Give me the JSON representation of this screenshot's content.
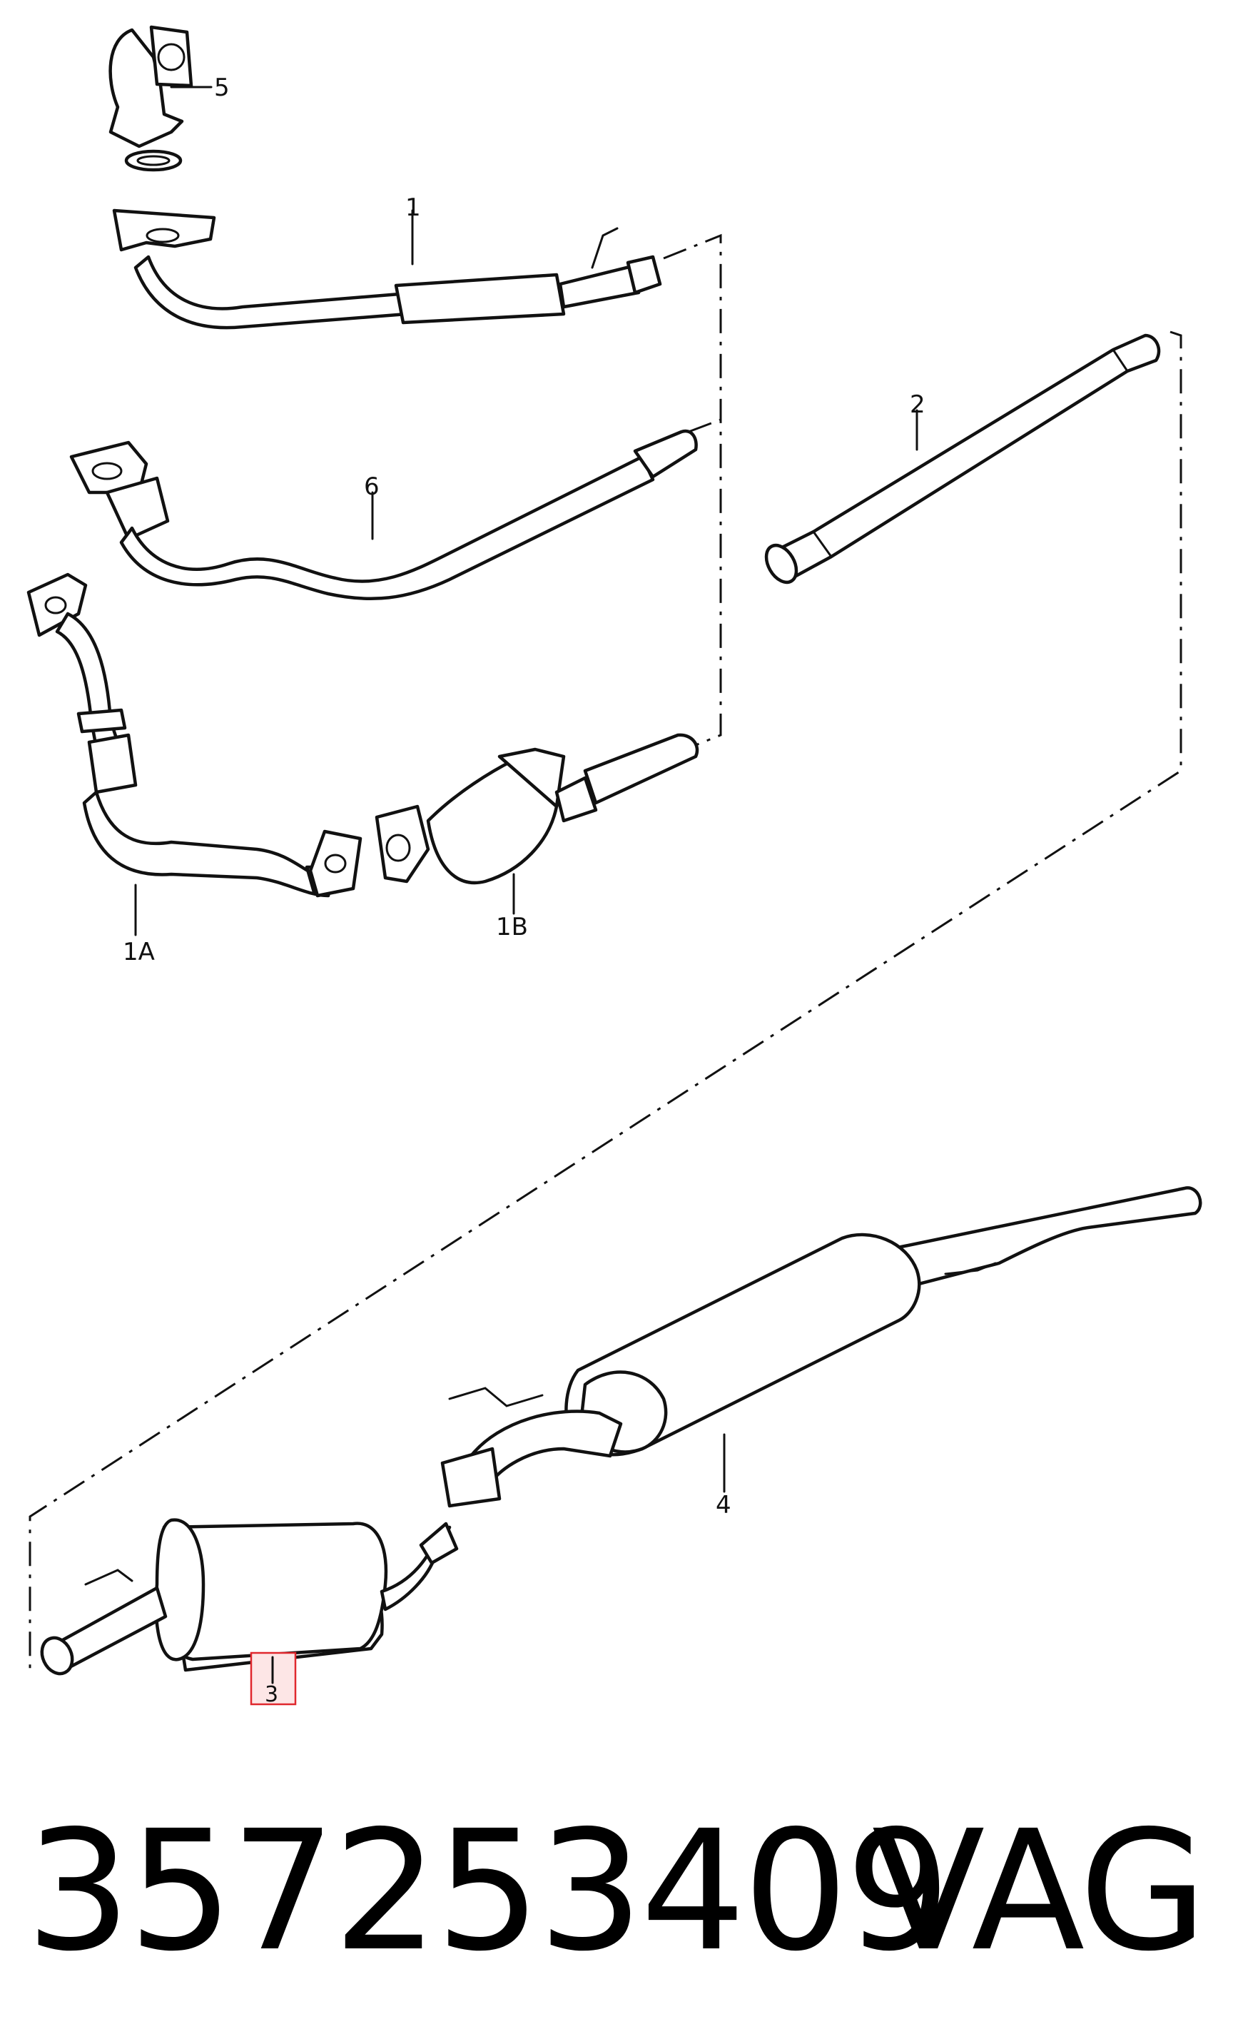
{
  "callouts": {
    "c1": "1",
    "c1a": "1A",
    "c1b": "1B",
    "c2": "2",
    "c3": "3",
    "c4": "4",
    "c5": "5",
    "c6": "6"
  },
  "highlight": {
    "callout": "3",
    "color": "#e0282e"
  },
  "footer": {
    "part_number": "357253409",
    "brand": "VAG"
  }
}
